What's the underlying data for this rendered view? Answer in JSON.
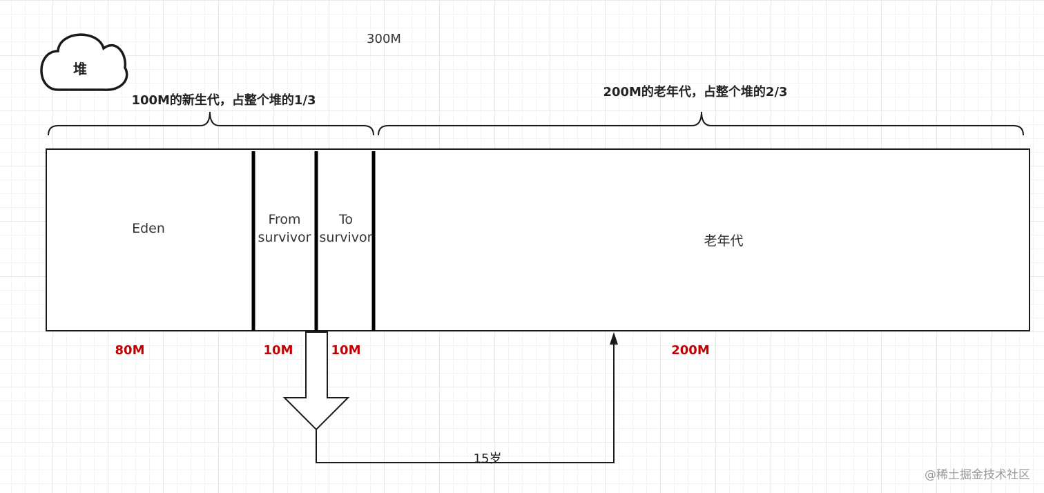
{
  "heap": {
    "label": "堆"
  },
  "total_label": "300M",
  "young_gen": {
    "brace_label": "100M的新生代，占整个堆的1/3",
    "eden": {
      "label": "Eden",
      "size": "80M"
    },
    "from_survivor": {
      "label_line1": "From",
      "label_line2": "survivor",
      "size": "10M"
    },
    "to_survivor": {
      "label_line1": "To",
      "label_line2": "survivor",
      "size": "10M"
    }
  },
  "old_gen": {
    "brace_label": "200M的老年代，占整个堆的2/3",
    "label": "老年代",
    "size": "200M"
  },
  "promotion": {
    "label": "15岁"
  },
  "watermark": "@稀土掘金技术社区",
  "colors": {
    "size_text": "#c00000",
    "stroke": "#1a1a1a"
  }
}
